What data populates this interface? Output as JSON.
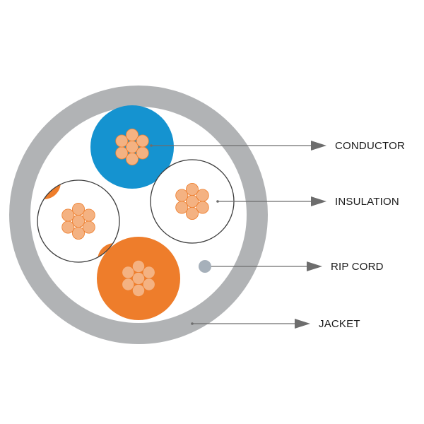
{
  "labels": {
    "conductor": "CONDUCTOR",
    "insulation": "INSULATION",
    "rip_cord": "RIP CORD",
    "jacket": "JACKET"
  },
  "colors": {
    "jacket": "#b1b3b5",
    "blue": "#1593d0",
    "orange": "#ee7d2b",
    "copper": "#f4b282",
    "copper_stroke": "#ee7d2b",
    "rip_cord": "#a6b0ba",
    "line": "#6d6d6d"
  }
}
